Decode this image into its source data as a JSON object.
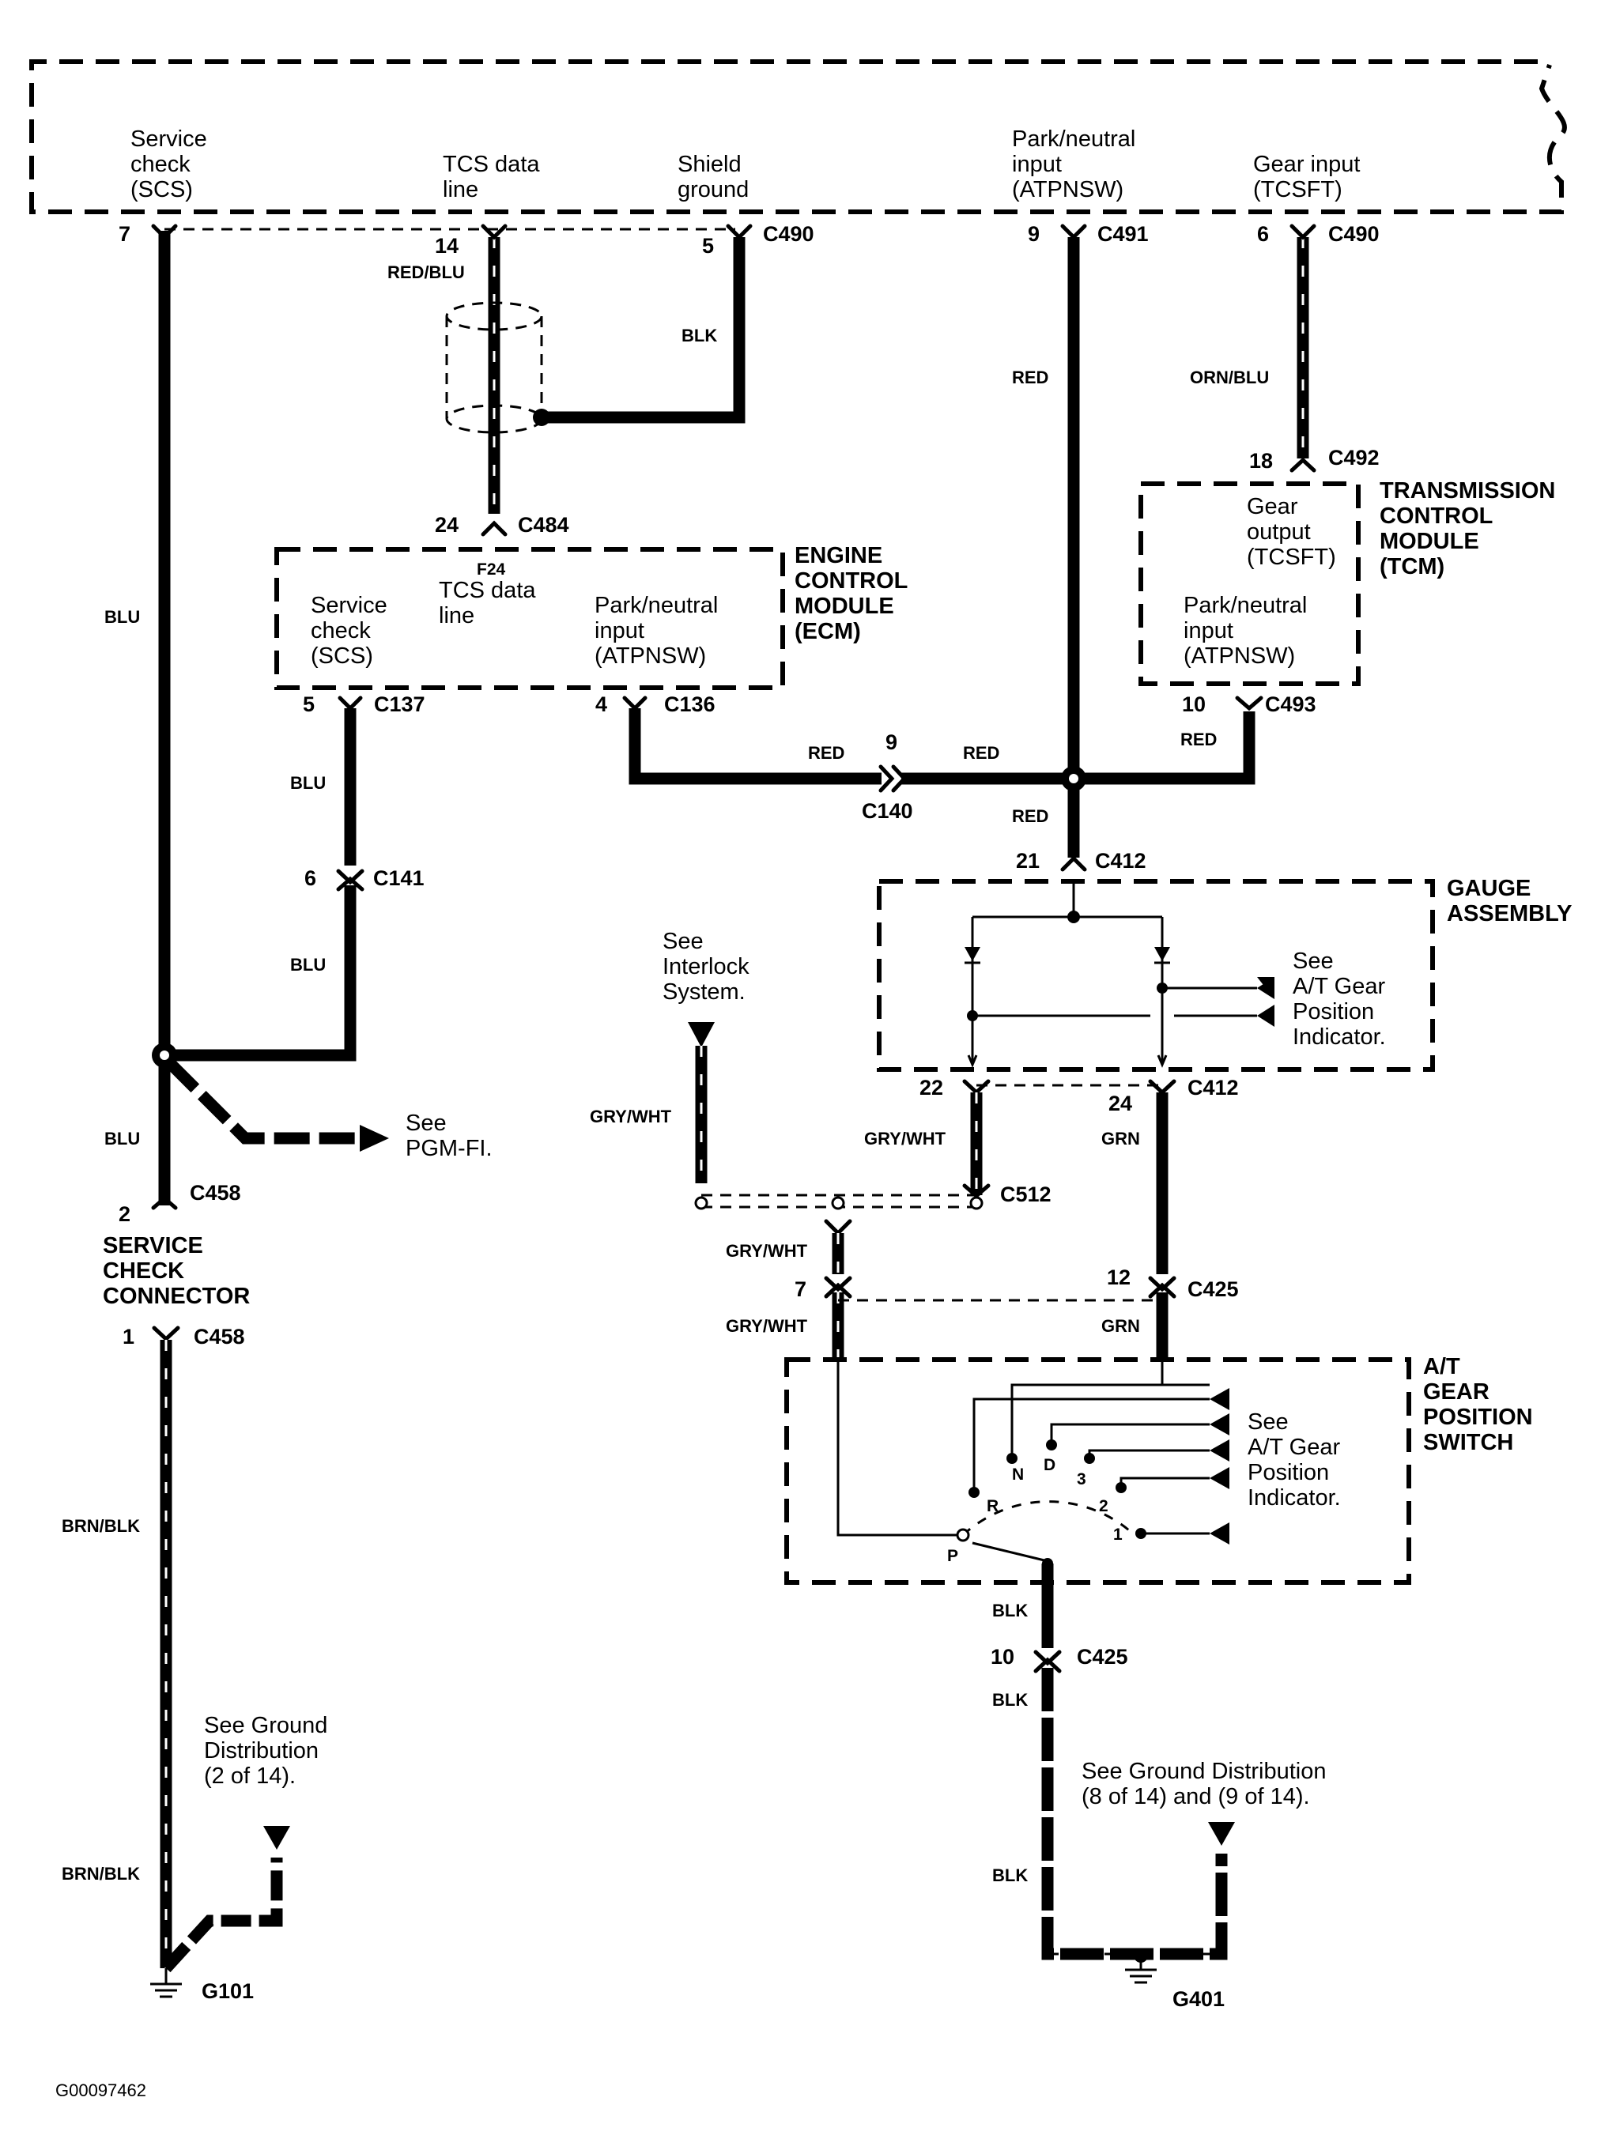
{
  "figure_id": "G00097462",
  "pcm_pins": {
    "scs": {
      "l1": "Service",
      "l2": "check",
      "l3": "(SCS)",
      "pin": "7"
    },
    "tcs": {
      "l1": "TCS data",
      "l2": "line",
      "pin": "14",
      "conn": "",
      "wire": "RED/BLU"
    },
    "shield": {
      "l1": "Shield",
      "l2": "ground",
      "pin": "5",
      "conn": "C490",
      "wire": "BLK"
    },
    "pn": {
      "l1": "Park/neutral",
      "l2": "input",
      "l3": "(ATPNSW)",
      "pin": "9",
      "conn": "C491",
      "wire": "RED"
    },
    "gear": {
      "l1": "Gear input",
      "l2": "(TCSFT)",
      "pin": "6",
      "conn": "C490",
      "wire": "ORN/BLU"
    }
  },
  "ecm": {
    "name_l1": "ENGINE",
    "name_l2": "CONTROL",
    "name_l3": "MODULE",
    "name_l4": "(ECM)",
    "top_pin": "24",
    "top_conn": "C484",
    "fuse": "F24",
    "tcs_l1": "TCS data",
    "tcs_l2": "line",
    "scs_l1": "Service",
    "scs_l2": "check",
    "scs_l3": "(SCS)",
    "pn_l1": "Park/neutral",
    "pn_l2": "input",
    "pn_l3": "(ATPNSW)",
    "scs_pin": "5",
    "scs_conn": "C137",
    "pn_pin": "4",
    "pn_conn": "C136"
  },
  "tcm": {
    "name_l1": "TRANSMISSION",
    "name_l2": "CONTROL",
    "name_l3": "MODULE",
    "name_l4": "(TCM)",
    "top_pin": "18",
    "top_conn": "C492",
    "gear_l1": "Gear",
    "gear_l2": "output",
    "gear_l3": "(TCSFT)",
    "pn_l1": "Park/neutral",
    "pn_l2": "input",
    "pn_l3": "(ATPNSW)",
    "bot_pin": "10",
    "bot_conn": "C493",
    "bot_wire": "RED"
  },
  "c140": {
    "wire_left": "RED",
    "pin": "9",
    "wire_right": "RED",
    "conn": "C140",
    "wire_down": "RED"
  },
  "c141": {
    "wire_top": "BLU",
    "pin": "6",
    "conn": "C141",
    "wire_bottom": "BLU"
  },
  "left_wire": {
    "upper": "BLU",
    "lower": "BLU",
    "pgm_l1": "See",
    "pgm_l2": "PGM-FI."
  },
  "service_connector": {
    "pin_top": "2",
    "conn_top": "C458",
    "name_l1": "SERVICE",
    "name_l2": "CHECK",
    "name_l3": "CONNECTOR",
    "pin_bottom": "1",
    "conn_bottom": "C458",
    "wire1": "BRN/BLK",
    "wire2": "BRN/BLK",
    "gnd_l1": "See Ground",
    "gnd_l2": "Distribution",
    "gnd_l3": "(2 of 14).",
    "ground": "G101"
  },
  "gauge": {
    "name_l1": "GAUGE",
    "name_l2": "ASSEMBLY",
    "top_pin": "21",
    "top_conn": "C412",
    "see_l1": "See",
    "see_l2": "A/T Gear",
    "see_l3": "Position",
    "see_l4": "Indicator.",
    "pin_left": "22",
    "pin_right": "24",
    "bot_conn": "C412"
  },
  "interlock": {
    "l1": "See",
    "l2": "Interlock",
    "l3": "System.",
    "wire": "GRY/WHT"
  },
  "c512": {
    "wire": "GRY/WHT",
    "conn": "C512",
    "wire_right": "GRN"
  },
  "c425": {
    "wire_top": "GRY/WHT",
    "pin_left": "7",
    "pin_right": "12",
    "conn": "C425",
    "wire_bl": "GRY/WHT",
    "wire_br": "GRN"
  },
  "switch": {
    "name_l1": "A/T",
    "name_l2": "GEAR",
    "name_l3": "POSITION",
    "name_l4": "SWITCH",
    "pos": [
      "P",
      "R",
      "N",
      "D",
      "3",
      "2",
      "1"
    ],
    "see_l1": "See",
    "see_l2": "A/T Gear",
    "see_l3": "Position",
    "see_l4": "Indicator."
  },
  "ground_right": {
    "wire1": "BLK",
    "pin": "10",
    "conn": "C425",
    "wire2": "BLK",
    "wire3": "BLK",
    "l1": "See Ground Distribution",
    "l2": "(8 of 14) and (9 of 14).",
    "ground": "G401"
  }
}
